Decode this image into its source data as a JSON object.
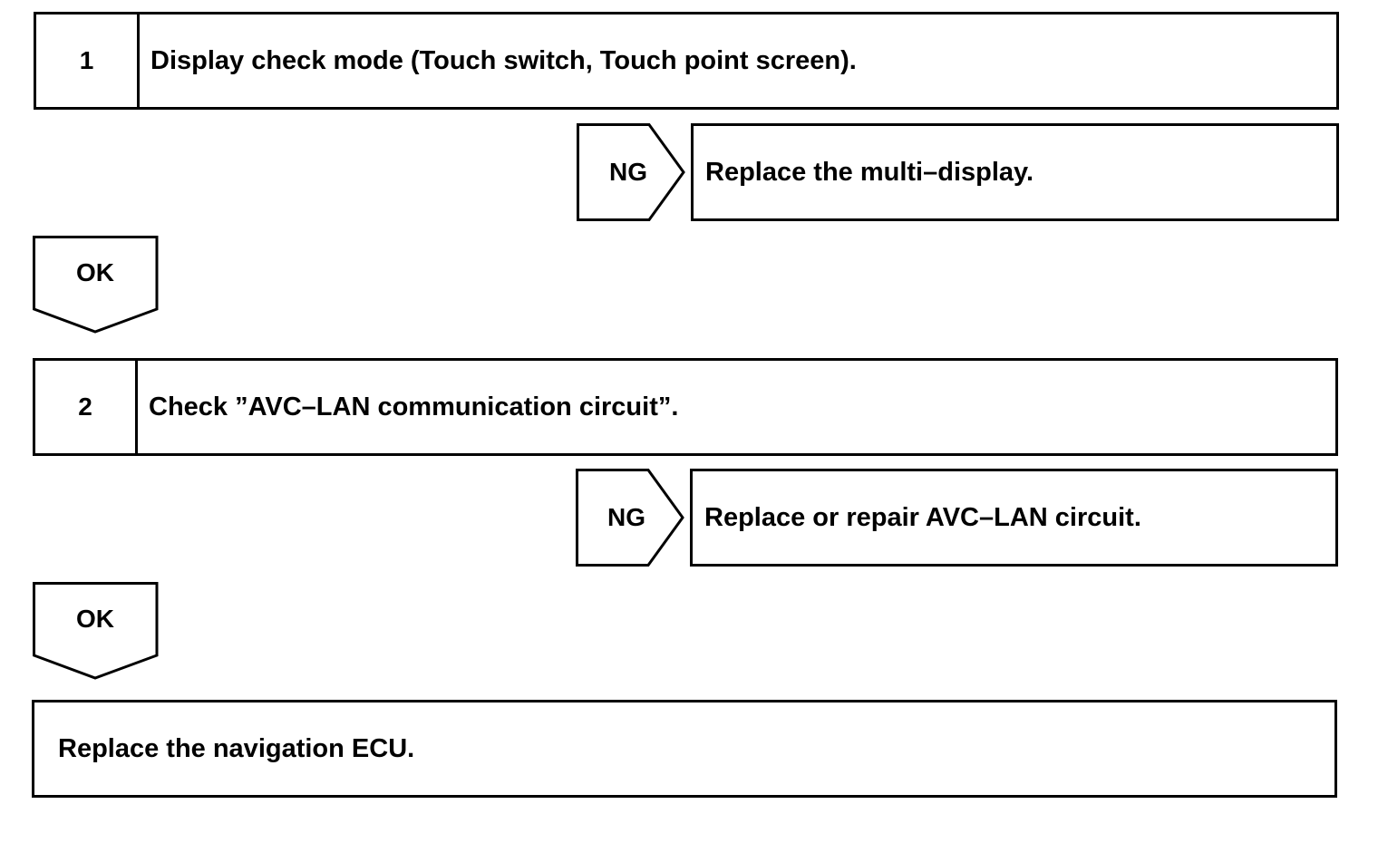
{
  "steps": [
    {
      "number": "1",
      "text": "Display check mode (Touch switch, Touch point screen)."
    },
    {
      "number": "2",
      "text": "Check ”AVC–LAN communication circuit”."
    }
  ],
  "ng_branches": [
    {
      "label": "NG",
      "action": "Replace the multi–display."
    },
    {
      "label": "NG",
      "action": "Replace or repair AVC–LAN circuit."
    }
  ],
  "ok_connectors": [
    {
      "label": "OK"
    },
    {
      "label": "OK"
    }
  ],
  "final_step": {
    "text": "Replace the navigation ECU."
  }
}
